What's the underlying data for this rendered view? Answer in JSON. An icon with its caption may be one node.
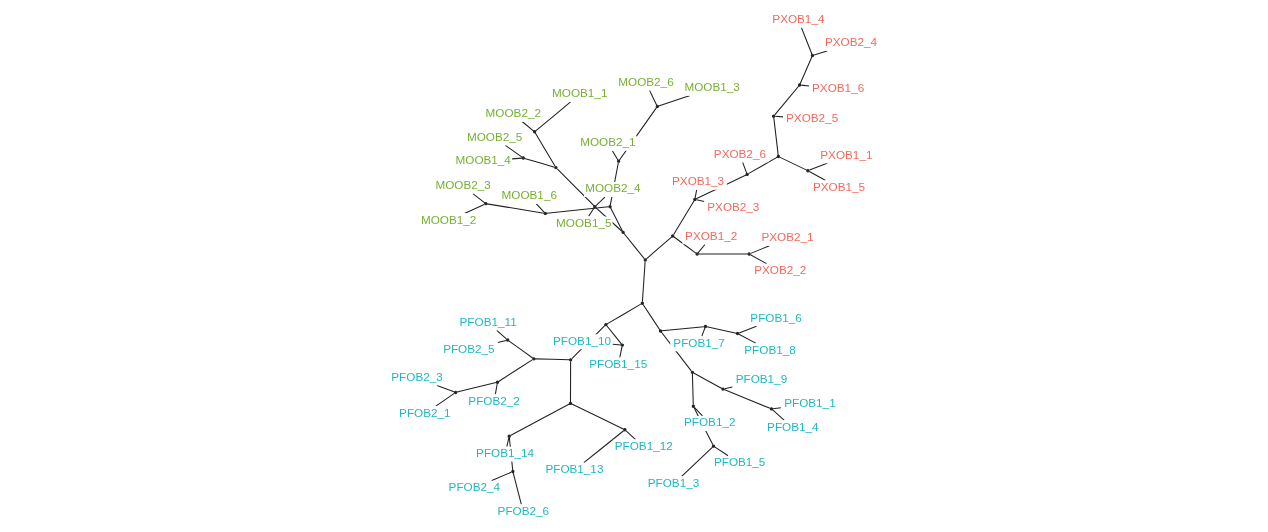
{
  "diagram": {
    "nodes": [
      {
        "text": [
          "PFOB2_3"
        ]
      },
      {
        "text": [
          "PFOB2_1"
        ]
      },
      {
        "text": [
          "PFOB2_2"
        ]
      },
      {
        "text": [
          "PFOB2_5"
        ]
      },
      {
        "text": [
          "PFOB1_11"
        ]
      },
      {
        "text": [
          "PFOB2_4"
        ]
      },
      {
        "text": [
          "PFOB2_6"
        ]
      },
      {
        "text": [
          "PFOB1_14"
        ]
      },
      {
        "text": [
          "PFOB1_13"
        ]
      },
      {
        "text": [
          "PFOB1_12"
        ]
      },
      {
        "text": [
          "PFOB1_15"
        ]
      },
      {
        "text": [
          "PFOB1_10"
        ]
      },
      {
        "text": [
          "PFOB1_4"
        ]
      },
      {
        "text": [
          "PFOB1_1"
        ]
      },
      {
        "text": [
          "PFOB1_9"
        ]
      },
      {
        "text": [
          "PFOB1_3"
        ]
      },
      {
        "text": [
          "PFOB1_5"
        ]
      },
      {
        "text": [
          "PFOB1_2"
        ]
      },
      {
        "text": [
          "PFOB1_7"
        ]
      },
      {
        "text": [
          "PFOB1_8"
        ]
      },
      {
        "text": [
          "PFOB1_6"
        ]
      },
      {
        "text": [
          "PXOB2_3"
        ]
      },
      {
        "text": [
          "PXOB2_4"
        ]
      },
      {
        "text": [
          "PXOB1_3"
        ]
      },
      {
        "text": [
          "PXOB2_6"
        ]
      },
      {
        "text": [
          "PXOB2_5"
        ]
      },
      {
        "text": [
          "PXOB1_6"
        ]
      },
      {
        "text": [
          "PXOB1_4"
        ]
      },
      {
        "text": [
          "PXOB1_2"
        ]
      },
      {
        "text": [
          "PXOB1_5"
        ]
      },
      {
        "text": [
          "PXOB1_1"
        ]
      },
      {
        "text": [
          "PXOB2_1"
        ]
      },
      {
        "text": [
          "PXOB2_2"
        ]
      },
      {
        "text": [
          "MOOB1_1"
        ]
      },
      {
        "text": [
          "MOOB2_4"
        ]
      },
      {
        "text": [
          "MOOB2_2"
        ]
      },
      {
        "text": [
          "MOOB1_4"
        ]
      },
      {
        "text": [
          "MOOB1_5"
        ]
      },
      {
        "text": [
          "MOOB2_5"
        ]
      },
      {
        "text": [
          "MOOB1_6"
        ]
      },
      {
        "text": [
          "MOOB2_1"
        ]
      },
      {
        "text": [
          "MOOB2_6"
        ]
      },
      {
        "text": [
          "MOOB2_3"
        ]
      },
      {
        "text": [
          "MOOB1_2"
        ]
      },
      {
        "text": [
          "MOOB1_3"
        ]
      },
      {
        "text": [],
        "shape": "point"
      },
      {
        "text": [],
        "shape": "point"
      },
      {
        "text": [],
        "shape": "point"
      },
      {
        "text": [],
        "shape": "point"
      },
      {
        "text": [],
        "shape": "point"
      },
      {
        "text": [],
        "shape": "point"
      },
      {
        "text": [],
        "shape": "point"
      },
      {
        "text": [],
        "shape": "point"
      },
      {
        "text": [],
        "shape": "point"
      },
      {
        "text": [],
        "shape": "point"
      },
      {
        "text": [],
        "shape": "point"
      },
      {
        "text": [],
        "shape": "point"
      },
      {
        "text": [],
        "shape": "point"
      },
      {
        "text": [],
        "shape": "point"
      },
      {
        "text": [],
        "shape": "point"
      },
      {
        "text": [],
        "shape": "point"
      },
      {
        "text": [],
        "shape": "point"
      },
      {
        "text": [],
        "shape": "point"
      },
      {
        "text": [],
        "shape": "point"
      },
      {
        "text": [],
        "shape": "point"
      },
      {
        "text": [],
        "shape": "point"
      },
      {
        "text": [],
        "shape": "point"
      },
      {
        "text": [],
        "shape": "point"
      },
      {
        "text": [],
        "shape": "point"
      },
      {
        "text": [],
        "shape": "point"
      },
      {
        "text": [],
        "shape": "point"
      },
      {
        "text": [],
        "shape": "point"
      },
      {
        "text": [],
        "shape": "point"
      },
      {
        "text": [],
        "shape": "point"
      },
      {
        "text": [],
        "shape": "point"
      },
      {
        "text": [],
        "shape": "point"
      },
      {
        "text": [],
        "shape": "point"
      },
      {
        "text": [],
        "shape": "point"
      },
      {
        "text": [],
        "shape": "point"
      },
      {
        "text": [],
        "shape": "point"
      },
      {
        "text": [],
        "shape": "point"
      },
      {
        "text": [],
        "shape": "point"
      },
      {
        "text": [],
        "shape": "point"
      },
      {
        "text": [],
        "shape": "point"
      },
      {
        "text": [],
        "shape": "point"
      },
      {
        "text": [],
        "shape": "point"
      }
    ],
    "edges": [
      {
        "from": 45,
        "to": 46,
        "arrow": "none"
      },
      {
        "from": 45,
        "to": 47,
        "arrow": "none"
      },
      {
        "from": 45,
        "to": 48,
        "arrow": "none"
      },
      {
        "from": 46,
        "to": 49,
        "arrow": "none"
      },
      {
        "from": 46,
        "to": 50,
        "arrow": "none"
      },
      {
        "from": 47,
        "to": 51,
        "arrow": "none"
      },
      {
        "from": 51,
        "to": 10,
        "arrow": "none"
      },
      {
        "from": 51,
        "to": 11,
        "arrow": "none"
      },
      {
        "from": 47,
        "to": 52,
        "arrow": "none"
      },
      {
        "from": 52,
        "to": 53,
        "arrow": "none"
      },
      {
        "from": 52,
        "to": 54,
        "arrow": "none"
      },
      {
        "from": 53,
        "to": 55,
        "arrow": "none"
      },
      {
        "from": 55,
        "to": 8,
        "arrow": "none"
      },
      {
        "from": 55,
        "to": 9,
        "arrow": "none"
      },
      {
        "from": 53,
        "to": 57,
        "arrow": "none"
      },
      {
        "from": 57,
        "to": 7,
        "arrow": "none"
      },
      {
        "from": 57,
        "to": 56,
        "arrow": "none"
      },
      {
        "from": 56,
        "to": 5,
        "arrow": "none"
      },
      {
        "from": 56,
        "to": 6,
        "arrow": "none"
      },
      {
        "from": 54,
        "to": 58,
        "arrow": "none"
      },
      {
        "from": 58,
        "to": 3,
        "arrow": "none"
      },
      {
        "from": 58,
        "to": 4,
        "arrow": "none"
      },
      {
        "from": 54,
        "to": 59,
        "arrow": "none"
      },
      {
        "from": 59,
        "to": 2,
        "arrow": "none"
      },
      {
        "from": 59,
        "to": 60,
        "arrow": "none"
      },
      {
        "from": 60,
        "to": 0,
        "arrow": "none"
      },
      {
        "from": 60,
        "to": 1,
        "arrow": "none"
      },
      {
        "from": 48,
        "to": 61,
        "arrow": "none"
      },
      {
        "from": 48,
        "to": 62,
        "arrow": "none"
      },
      {
        "from": 62,
        "to": 18,
        "arrow": "none"
      },
      {
        "from": 62,
        "to": 63,
        "arrow": "none"
      },
      {
        "from": 63,
        "to": 19,
        "arrow": "none"
      },
      {
        "from": 63,
        "to": 20,
        "arrow": "none"
      },
      {
        "from": 61,
        "to": 65,
        "arrow": "none"
      },
      {
        "from": 65,
        "to": 14,
        "arrow": "none"
      },
      {
        "from": 65,
        "to": 64,
        "arrow": "none"
      },
      {
        "from": 64,
        "to": 12,
        "arrow": "none"
      },
      {
        "from": 64,
        "to": 13,
        "arrow": "none"
      },
      {
        "from": 61,
        "to": 67,
        "arrow": "none"
      },
      {
        "from": 67,
        "to": 17,
        "arrow": "none"
      },
      {
        "from": 67,
        "to": 66,
        "arrow": "none"
      },
      {
        "from": 66,
        "to": 15,
        "arrow": "none"
      },
      {
        "from": 66,
        "to": 16,
        "arrow": "none"
      },
      {
        "from": 49,
        "to": 68,
        "arrow": "none"
      },
      {
        "from": 49,
        "to": 69,
        "arrow": "none"
      },
      {
        "from": 69,
        "to": 34,
        "arrow": "none"
      },
      {
        "from": 69,
        "to": 37,
        "arrow": "none"
      },
      {
        "from": 69,
        "to": 70,
        "arrow": "none"
      },
      {
        "from": 70,
        "to": 71,
        "arrow": "none"
      },
      {
        "from": 71,
        "to": 33,
        "arrow": "none"
      },
      {
        "from": 71,
        "to": 35,
        "arrow": "none"
      },
      {
        "from": 70,
        "to": 72,
        "arrow": "none"
      },
      {
        "from": 72,
        "to": 36,
        "arrow": "none"
      },
      {
        "from": 72,
        "to": 38,
        "arrow": "none"
      },
      {
        "from": 68,
        "to": 73,
        "arrow": "none"
      },
      {
        "from": 73,
        "to": 39,
        "arrow": "none"
      },
      {
        "from": 73,
        "to": 74,
        "arrow": "none"
      },
      {
        "from": 74,
        "to": 42,
        "arrow": "none"
      },
      {
        "from": 74,
        "to": 43,
        "arrow": "none"
      },
      {
        "from": 68,
        "to": 75,
        "arrow": "none"
      },
      {
        "from": 75,
        "to": 40,
        "arrow": "none"
      },
      {
        "from": 75,
        "to": 76,
        "arrow": "none"
      },
      {
        "from": 76,
        "to": 44,
        "arrow": "none"
      },
      {
        "from": 76,
        "to": 41,
        "arrow": "none"
      },
      {
        "from": 50,
        "to": 77,
        "arrow": "none"
      },
      {
        "from": 77,
        "to": 28,
        "arrow": "none"
      },
      {
        "from": 77,
        "to": 78,
        "arrow": "none"
      },
      {
        "from": 78,
        "to": 32,
        "arrow": "none"
      },
      {
        "from": 78,
        "to": 31,
        "arrow": "none"
      },
      {
        "from": 50,
        "to": 79,
        "arrow": "none"
      },
      {
        "from": 79,
        "to": 21,
        "arrow": "none"
      },
      {
        "from": 79,
        "to": 23,
        "arrow": "none"
      },
      {
        "from": 79,
        "to": 80,
        "arrow": "none"
      },
      {
        "from": 80,
        "to": 24,
        "arrow": "none"
      },
      {
        "from": 80,
        "to": 81,
        "arrow": "none"
      },
      {
        "from": 81,
        "to": 82,
        "arrow": "none"
      },
      {
        "from": 82,
        "to": 29,
        "arrow": "none"
      },
      {
        "from": 82,
        "to": 30,
        "arrow": "none"
      },
      {
        "from": 81,
        "to": 83,
        "arrow": "none"
      },
      {
        "from": 83,
        "to": 25,
        "arrow": "none"
      },
      {
        "from": 83,
        "to": 84,
        "arrow": "none"
      },
      {
        "from": 84,
        "to": 26,
        "arrow": "none"
      },
      {
        "from": 84,
        "to": 85,
        "arrow": "none"
      },
      {
        "from": 85,
        "to": 22,
        "arrow": "none"
      },
      {
        "from": 85,
        "to": 27,
        "arrow": "none"
      }
    ]
  }
}
